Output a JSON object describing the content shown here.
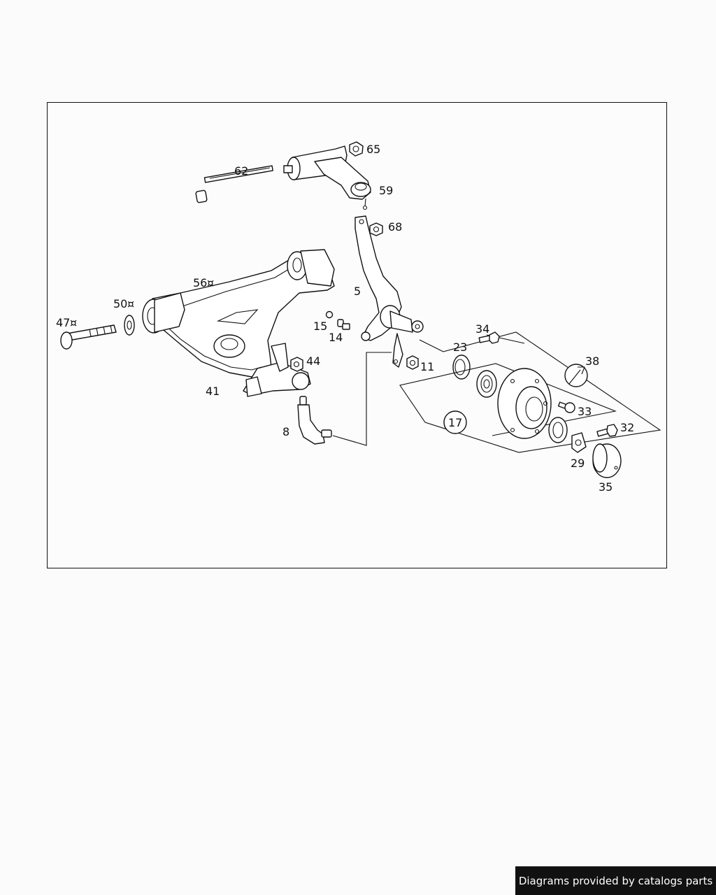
{
  "callouts": [
    {
      "id": "c65",
      "number": "65"
    },
    {
      "id": "c62",
      "number": "62"
    },
    {
      "id": "c59",
      "number": "59"
    },
    {
      "id": "c68",
      "number": "68"
    },
    {
      "id": "c56",
      "number": "56"
    },
    {
      "id": "c50",
      "number": "50"
    },
    {
      "id": "c47",
      "number": "47"
    },
    {
      "id": "c5",
      "number": "5"
    },
    {
      "id": "c15",
      "number": "15"
    },
    {
      "id": "c14",
      "number": "14"
    },
    {
      "id": "c34",
      "number": "34"
    },
    {
      "id": "c23",
      "number": "23"
    },
    {
      "id": "c11",
      "number": "11"
    },
    {
      "id": "c38",
      "number": "38"
    },
    {
      "id": "c44",
      "number": "44"
    },
    {
      "id": "c41",
      "number": "41"
    },
    {
      "id": "c33",
      "number": "33"
    },
    {
      "id": "c17",
      "number": "17"
    },
    {
      "id": "c32",
      "number": "32"
    },
    {
      "id": "c8",
      "number": "8"
    },
    {
      "id": "c29",
      "number": "29"
    },
    {
      "id": "c35",
      "number": "35"
    }
  ],
  "footer": {
    "text": "Diagrams provided by catalogs parts"
  },
  "colors": {
    "line": "#111111",
    "background": "#fbfbfb",
    "badge": "#111111"
  }
}
